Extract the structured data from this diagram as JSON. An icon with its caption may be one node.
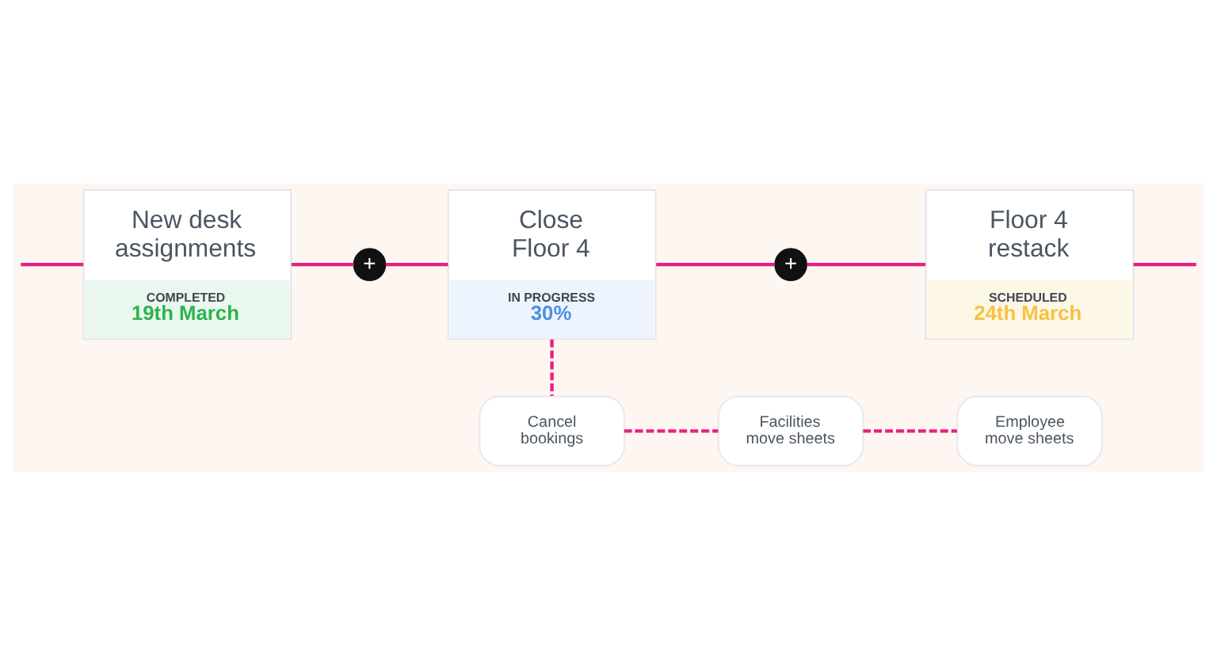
{
  "diagram": {
    "nodes": [
      {
        "text": [
          "New desk assignments",
          "COMPLETED",
          "19th March"
        ]
      },
      {
        "text": [
          "+"
        ]
      },
      {
        "text": [
          "Close Floor 4",
          "IN PROGRESS",
          "30%"
        ]
      },
      {
        "text": [
          "+"
        ]
      },
      {
        "text": [
          "Floor 4 restack",
          "SCHEDULED",
          "24th March"
        ]
      },
      {
        "text": [
          "Cancel bookings"
        ]
      },
      {
        "text": [
          "Facilities move sheets"
        ]
      },
      {
        "text": [
          "Employee move sheets"
        ]
      }
    ],
    "edges": [
      {
        "from": null,
        "to": 0,
        "arrow": "none"
      },
      {
        "from": 0,
        "to": 1,
        "arrow": "none"
      },
      {
        "from": 1,
        "to": 2,
        "arrow": "none"
      },
      {
        "from": 2,
        "to": 3,
        "arrow": "none"
      },
      {
        "from": 3,
        "to": 4,
        "arrow": "none"
      },
      {
        "from": 4,
        "to": null,
        "arrow": "none"
      },
      {
        "from": 2,
        "to": 5,
        "arrow": "none",
        "style": "dashed"
      },
      {
        "from": 5,
        "to": 6,
        "arrow": "none",
        "style": "dashed"
      },
      {
        "from": 6,
        "to": 7,
        "arrow": "none",
        "style": "dashed"
      }
    ]
  }
}
